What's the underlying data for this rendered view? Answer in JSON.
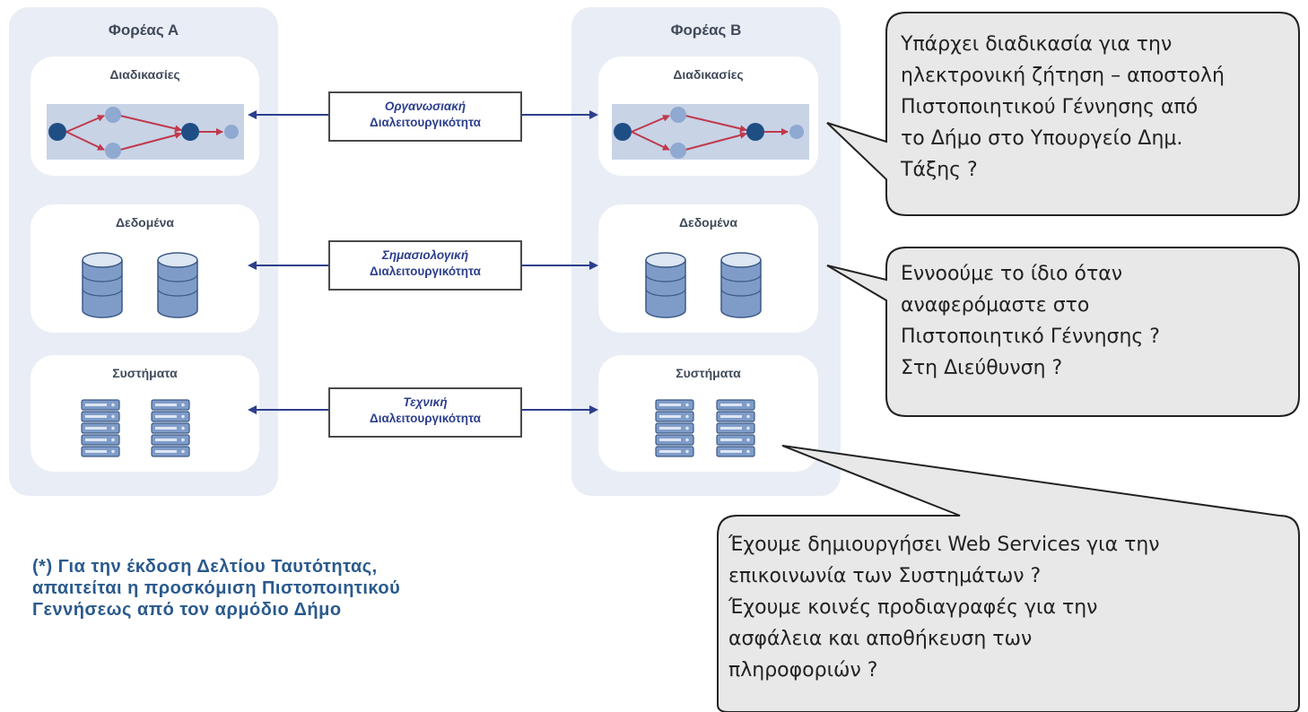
{
  "org_a": {
    "title": "Φορέας Α",
    "layers": [
      "Διαδικασίες",
      "Δεδομένα",
      "Συστήματα"
    ]
  },
  "org_b": {
    "title": "Φορέας Β",
    "layers": [
      "Διαδικασίες",
      "Δεδομένα",
      "Συστήματα"
    ]
  },
  "links": [
    {
      "line1": "Οργανωσιακή",
      "line2": "Διαλειτουργικότητα"
    },
    {
      "line1": "Σημασιολογική",
      "line2": "Διαλειτουργικότητα"
    },
    {
      "line1": "Τεχνική",
      "line2": "Διαλειτουργικότητα"
    }
  ],
  "bubbles": {
    "organizational": [
      "Υπάρχει διαδικασία για την",
      "ηλεκτρονική ζήτηση – αποστολή",
      "Πιστοποιητικού Γέννησης από",
      "το Δήμο στο Υπουργείο Δημ.",
      "Τάξης ?"
    ],
    "semantic": [
      "Εννοούμε το ίδιο όταν",
      "αναφερόμαστε στο",
      "Πιστοποιητικό Γέννησης ?",
      "Στη Διεύθυνση ?"
    ],
    "technical": [
      "Έχουμε δημιουργήσει Web Services για την",
      "επικοινωνία των Συστημάτων ?",
      "Έχουμε κοινές προδιαγραφές για την",
      "ασφάλεια και αποθήκευση των",
      "πληροφοριών ?"
    ]
  },
  "footnote": [
    "(*) Για την έκδοση Δελτίου Ταυτότητας,",
    "απαιτείται η προσκόμιση Πιστοποιητικού",
    "Γεννήσεως από τον αρμόδιο Δήμο"
  ],
  "colors": {
    "org_panel": "#e9edf5",
    "process_band": "#c8d3e6",
    "node_dark": "#1f4e85",
    "node_light": "#8fa9d0",
    "process_arrow": "#c0394b",
    "link_arrow": "#2d3f8c",
    "bubble_fill": "#e8e8e8",
    "footnote_text": "#2a5a8e"
  },
  "icons": {
    "data": "database-icon",
    "systems": "server-stack-icon"
  }
}
